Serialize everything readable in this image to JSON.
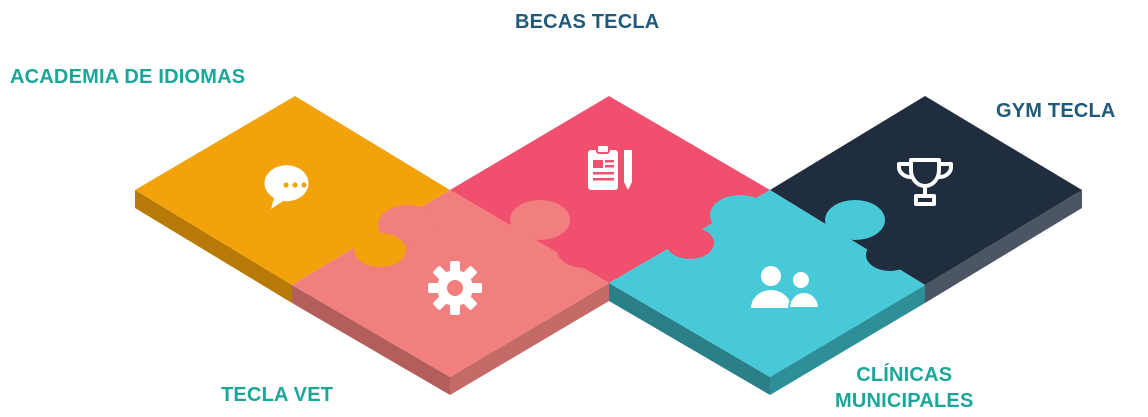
{
  "labels": {
    "becas": "BECAS TECLA",
    "academia": "ACADEMIA DE IDIOMAS",
    "gym": "GYM TECLA",
    "vet": "TECLA VET",
    "clinicas_line1": "CLÍNICAS",
    "clinicas_line2": "MUNICIPALES"
  },
  "colors": {
    "becas_label": "#1f5a7a",
    "teal_label": "#1aa79a",
    "academia_piece": "#f2a20a",
    "academia_side": "#b77a06",
    "becas_piece": "#f0506e",
    "becas_side": "#b53a52",
    "gym_piece": "#1f2d3f",
    "gym_side": "#4b5563",
    "vet_piece": "#f07f7d",
    "vet_side": "#b45e5c",
    "clinicas_piece": "#47c9d8",
    "clinicas_side": "#2a7f88",
    "icon": "#ffffff"
  },
  "icons": {
    "academia": "speech-bubble-icon",
    "becas": "clipboard-icon",
    "gym": "trophy-icon",
    "vet": "gear-icon",
    "clinicas": "users-icon"
  }
}
